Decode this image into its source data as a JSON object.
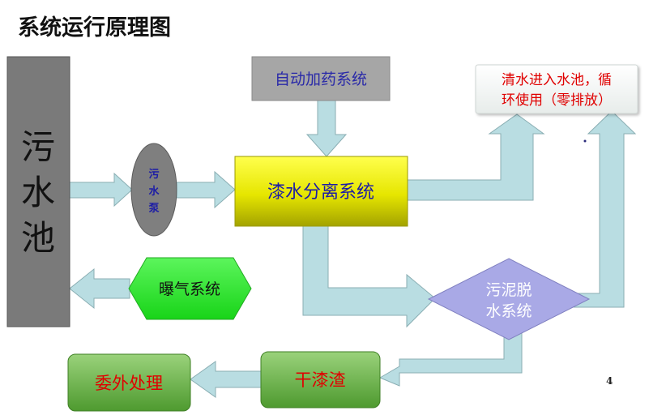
{
  "title": "系统运行原理图",
  "page_number": "4",
  "nodes": {
    "sewage_pool": {
      "label_lines": [
        "污",
        "水",
        "池"
      ]
    },
    "sewage_pump": {
      "label_lines": [
        "污",
        "水",
        "泵"
      ]
    },
    "auto_dosing": {
      "label": "自动加药系统"
    },
    "paint_water_separation": {
      "label": "漆水分离系统"
    },
    "clear_water": {
      "label_lines": [
        "清水进入水池，循",
        "环使用（零排放）"
      ]
    },
    "aeration": {
      "label": "曝气系统"
    },
    "sludge_dewatering": {
      "label_lines": [
        "污泥脱",
        "水系统"
      ]
    },
    "dry_paint_residue": {
      "label": "干漆渣"
    },
    "outsourced_treatment": {
      "label": "委外处理"
    }
  },
  "colors": {
    "arrow_fill": "#b9dde2",
    "arrow_stroke": "#8aaeb3",
    "pool": "#7a7a7a",
    "pump": "#7f7f7f",
    "pump_text": "#1c1ca6",
    "dosing": "#a6a6a6",
    "dosing_text": "#2a2aa8",
    "separation_top": "#ffff33",
    "separation_bottom": "#b3b300",
    "separation_text": "#1c1ca6",
    "clear_text": "#e00000",
    "aeration": "#33ee33",
    "sludge": "#a9a9e6",
    "sludge_text": "#ffffff",
    "green_box": "#6db64b",
    "green_box_text": "#e00000"
  }
}
